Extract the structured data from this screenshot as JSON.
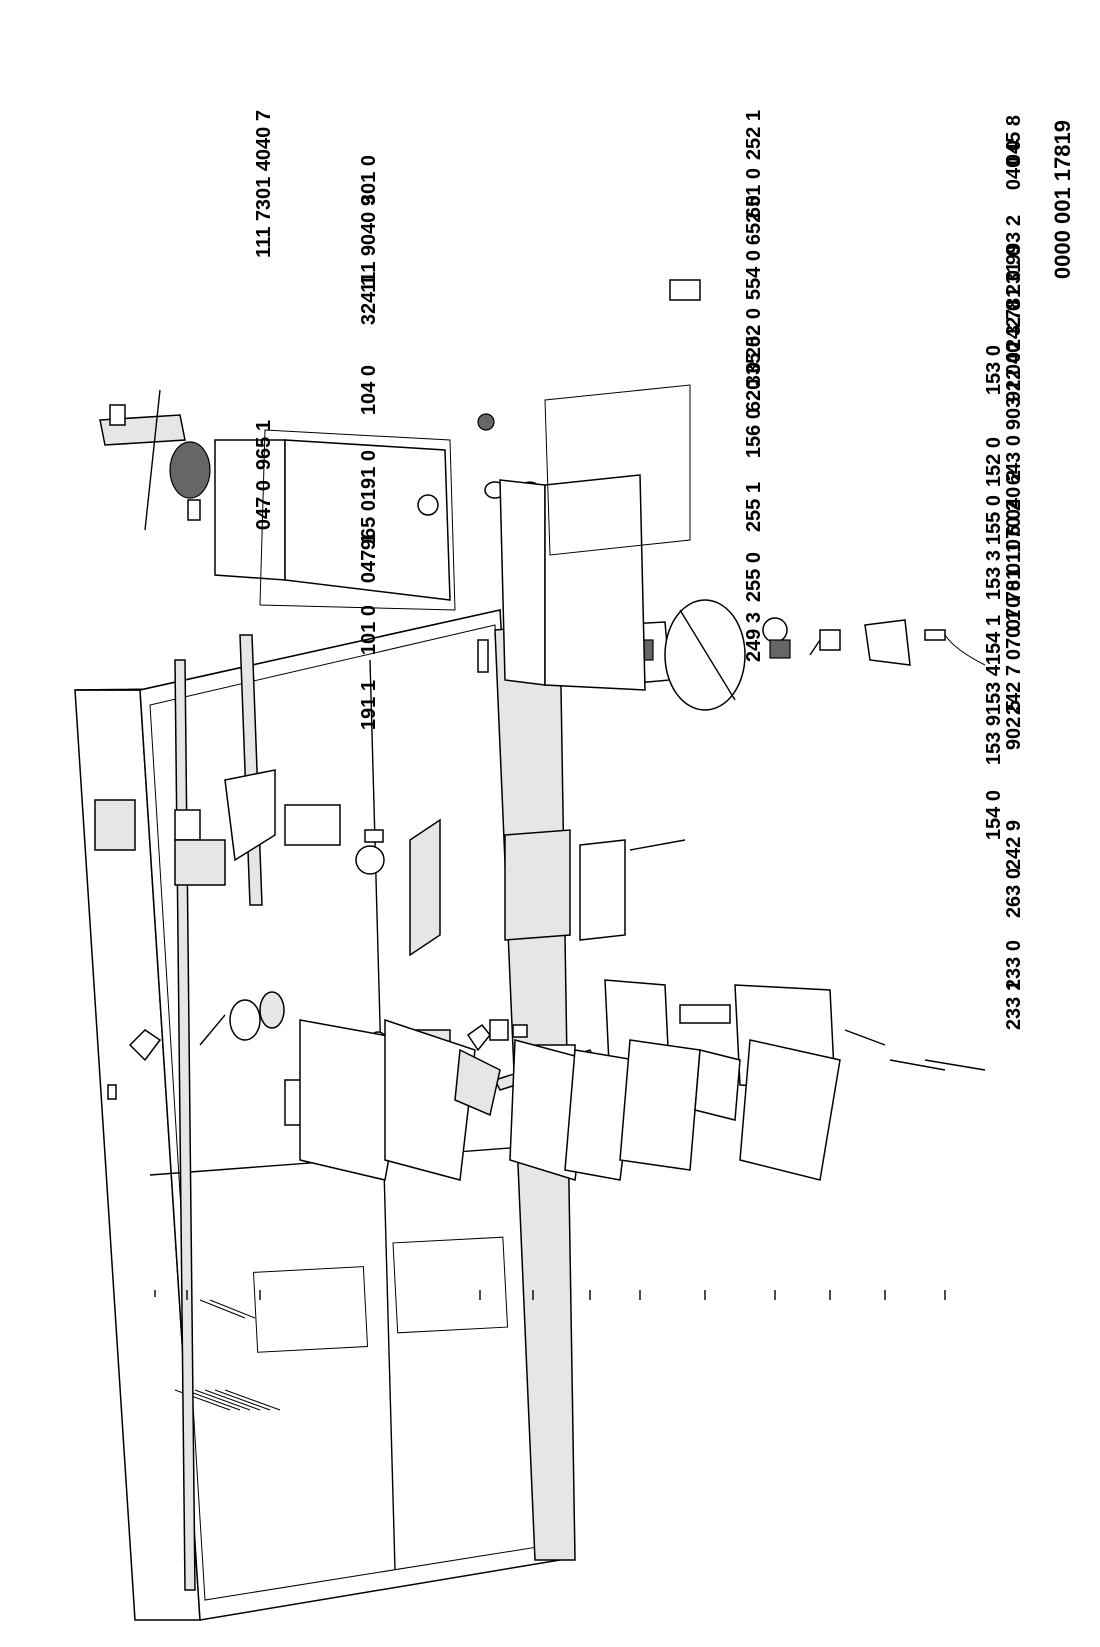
{
  "diagram": {
    "code": "0000 001 17819",
    "labels": [
      "740 3",
      "740 0",
      "781 2",
      "764 2",
      "420 0",
      "011 0",
      "402 1",
      "402 0",
      "614 0",
      "561 2",
      "491 0",
      "566 0",
      "045 8",
      "040 0",
      "993 2",
      "231 0",
      "781 0",
      "242 0",
      "040 3",
      "912 0",
      "903 2",
      "643 0",
      "040 2",
      "070 2",
      "011 6",
      "781 1",
      "070 0",
      "070 1",
      "242 7",
      "902 5",
      "242 9",
      "263 0",
      "233 0",
      "233 1",
      "252 1",
      "651 0",
      "652 0",
      "554 0",
      "252 0",
      "335 0",
      "620 0",
      "156 0",
      "255 1",
      "255 0",
      "249 3",
      "301 0",
      "040 9",
      "111 9",
      "324 1",
      "104 0",
      "191 0",
      "965 0",
      "047 1",
      "101 0",
      "191 1",
      "040 7",
      "301 4",
      "111 7",
      "965 1",
      "047 0",
      "153 0",
      "152 0",
      "155 0",
      "153 3",
      "154 1",
      "153 4",
      "153 9",
      "154 0"
    ]
  }
}
